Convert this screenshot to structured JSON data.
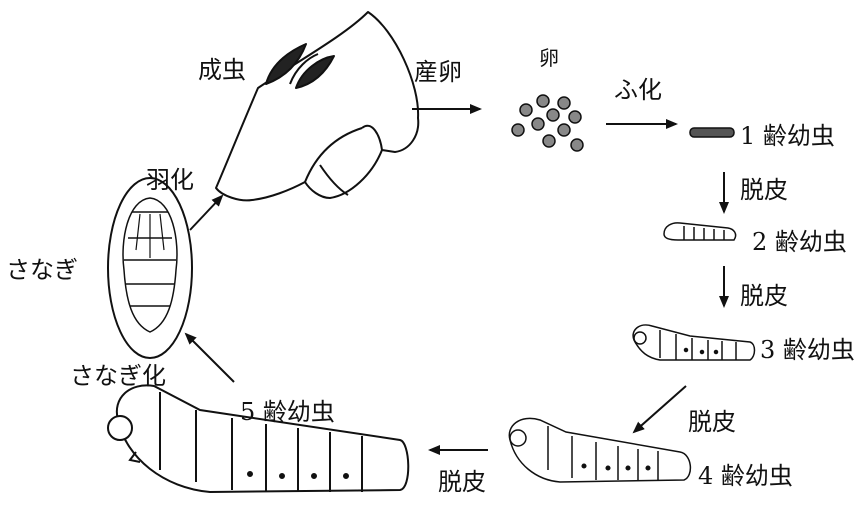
{
  "stages": {
    "adult": "成虫",
    "egg": "卵",
    "larva1": "1 齢幼虫",
    "larva2": "2 齢幼虫",
    "larva3": "3 齢幼虫",
    "larva4": "4 齢幼虫",
    "larva5": "5 齢幼虫",
    "pupa": "さなぎ"
  },
  "transitions": {
    "lay_eggs": "産卵",
    "hatch": "ふ化",
    "molt_1_2": "脱皮",
    "molt_2_3": "脱皮",
    "molt_3_4": "脱皮",
    "molt_4_5": "脱皮",
    "pupation": "さなぎ化",
    "emergence": "羽化"
  }
}
